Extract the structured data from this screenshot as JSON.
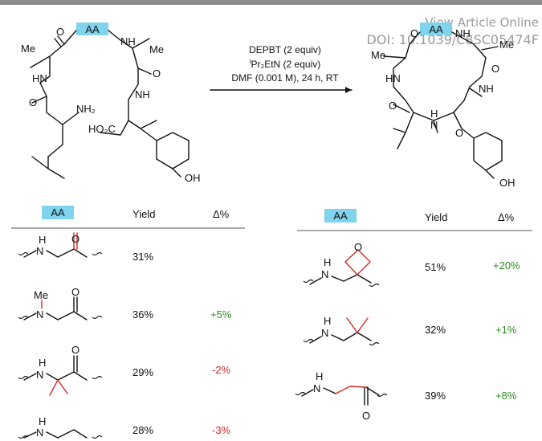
{
  "watermark": {
    "line1": "View Article Online",
    "line2": "DOI: 10.1039/C8SC05474F"
  },
  "reaction": {
    "aa_label": "AA",
    "conditions": {
      "line1": "DEPBT (2 equiv)",
      "line2_sup": "i",
      "line2": "Pr₂EtN (2 equiv)",
      "line3": "DMF (0.001 M), 24 h, RT"
    },
    "start_atoms": {
      "o1": "O",
      "me1": "Me",
      "me2": "Me",
      "hn": "HN",
      "o2": "O",
      "nh2": "NH₂",
      "ho2c": "HO₂C",
      "nh1": "NH",
      "nh2b": "NH",
      "o3": "O",
      "oh": "OH",
      "aa_o": "O",
      "aa_o2": "O"
    },
    "product_atoms": {
      "me1": "Me",
      "me2": "Me",
      "nh_top": "NH",
      "o_top": "O",
      "hn": "HN",
      "nh_r": "NH",
      "o_r": "O",
      "o_l": "O",
      "nh_b": "N",
      "h_b": "H",
      "o_b": "O",
      "oh": "OH"
    }
  },
  "table": {
    "headers": {
      "aa": "AA",
      "yield": "Yield",
      "delta": "Δ%"
    },
    "left_rows": [
      {
        "yield": "31%",
        "delta": "",
        "sign": "none",
        "atoms": [
          "H",
          "N",
          "O"
        ]
      },
      {
        "yield": "36%",
        "delta": "+5%",
        "sign": "pos",
        "atoms": [
          "Me",
          "N",
          "O"
        ]
      },
      {
        "yield": "29%",
        "delta": "-2%",
        "sign": "neg",
        "atoms": [
          "H",
          "N",
          "O"
        ]
      },
      {
        "yield": "28%",
        "delta": "-3%",
        "sign": "neg",
        "atoms": [
          "H",
          "N"
        ]
      }
    ],
    "right_rows": [
      {
        "yield": "51%",
        "delta": "+20%",
        "sign": "pos",
        "atoms": [
          "H",
          "N",
          "O"
        ]
      },
      {
        "yield": "32%",
        "delta": "+1%",
        "sign": "pos",
        "atoms": [
          "H",
          "N"
        ]
      },
      {
        "yield": "39%",
        "delta": "+8%",
        "sign": "pos",
        "atoms": [
          "H",
          "N",
          "O"
        ]
      }
    ]
  },
  "colors": {
    "aa_box": "#7fd3ec",
    "positive": "#2e8b22",
    "negative": "#d62828",
    "rule": "#8c8c8c"
  }
}
